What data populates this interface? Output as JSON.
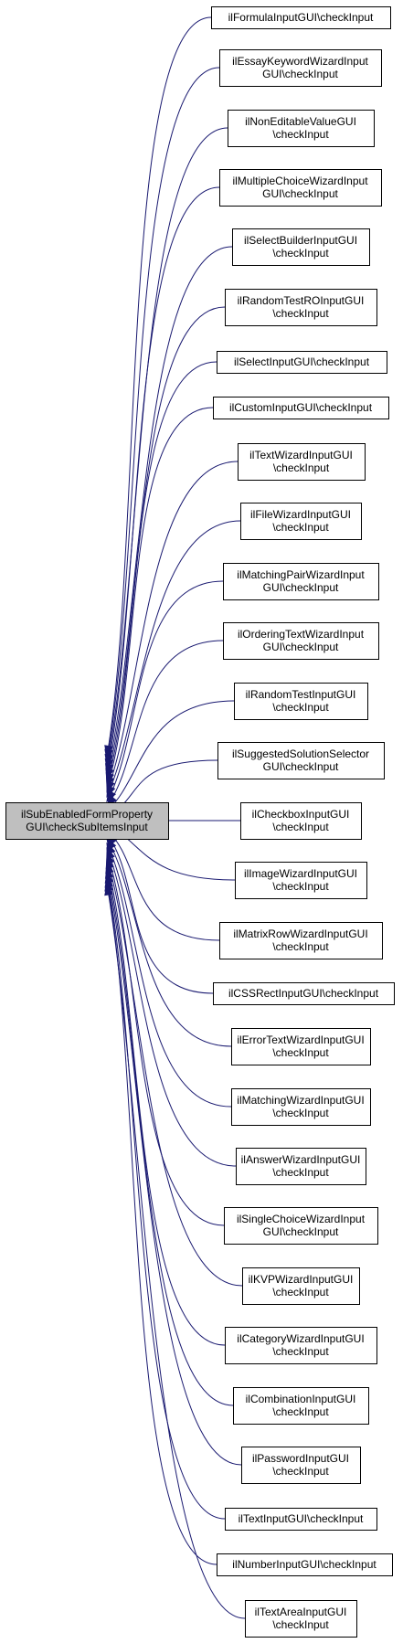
{
  "graph": {
    "source": {
      "lines": [
        "ilSubEnabledFormProperty",
        "GUI\\checkSubItemsInput"
      ]
    },
    "callers": [
      {
        "lines": [
          "ilFormulaInputGUI\\checkInput"
        ]
      },
      {
        "lines": [
          "ilEssayKeywordWizardInput",
          "GUI\\checkInput"
        ]
      },
      {
        "lines": [
          "ilNonEditableValueGUI",
          "\\checkInput"
        ]
      },
      {
        "lines": [
          "ilMultipleChoiceWizardInput",
          "GUI\\checkInput"
        ]
      },
      {
        "lines": [
          "ilSelectBuilderInputGUI",
          "\\checkInput"
        ]
      },
      {
        "lines": [
          "ilRandomTestROInputGUI",
          "\\checkInput"
        ]
      },
      {
        "lines": [
          "ilSelectInputGUI\\checkInput"
        ]
      },
      {
        "lines": [
          "ilCustomInputGUI\\checkInput"
        ]
      },
      {
        "lines": [
          "ilTextWizardInputGUI",
          "\\checkInput"
        ]
      },
      {
        "lines": [
          "ilFileWizardInputGUI",
          "\\checkInput"
        ]
      },
      {
        "lines": [
          "ilMatchingPairWizardInput",
          "GUI\\checkInput"
        ]
      },
      {
        "lines": [
          "ilOrderingTextWizardInput",
          "GUI\\checkInput"
        ]
      },
      {
        "lines": [
          "ilRandomTestInputGUI",
          "\\checkInput"
        ]
      },
      {
        "lines": [
          "ilSuggestedSolutionSelector",
          "GUI\\checkInput"
        ]
      },
      {
        "lines": [
          "ilCheckboxInputGUI",
          "\\checkInput"
        ]
      },
      {
        "lines": [
          "ilImageWizardInputGUI",
          "\\checkInput"
        ]
      },
      {
        "lines": [
          "ilMatrixRowWizardInputGUI",
          "\\checkInput"
        ]
      },
      {
        "lines": [
          "ilCSSRectInputGUI\\checkInput"
        ]
      },
      {
        "lines": [
          "ilErrorTextWizardInputGUI",
          "\\checkInput"
        ]
      },
      {
        "lines": [
          "ilMatchingWizardInputGUI",
          "\\checkInput"
        ]
      },
      {
        "lines": [
          "ilAnswerWizardInputGUI",
          "\\checkInput"
        ]
      },
      {
        "lines": [
          "ilSingleChoiceWizardInput",
          "GUI\\checkInput"
        ]
      },
      {
        "lines": [
          "ilKVPWizardInputGUI",
          "\\checkInput"
        ]
      },
      {
        "lines": [
          "ilCategoryWizardInputGUI",
          "\\checkInput"
        ]
      },
      {
        "lines": [
          "ilCombinationInputGUI",
          "\\checkInput"
        ]
      },
      {
        "lines": [
          "ilPasswordInputGUI",
          "\\checkInput"
        ]
      },
      {
        "lines": [
          "ilTextInputGUI\\checkInput"
        ]
      },
      {
        "lines": [
          "ilNumberInputGUI\\checkInput"
        ]
      },
      {
        "lines": [
          "ilTextAreaInputGUI",
          "\\checkInput"
        ]
      }
    ],
    "colors": {
      "edge": "#191970",
      "source_fill": "#bfbfbf",
      "node_fill": "#ffffff",
      "node_border": "#000000"
    }
  }
}
